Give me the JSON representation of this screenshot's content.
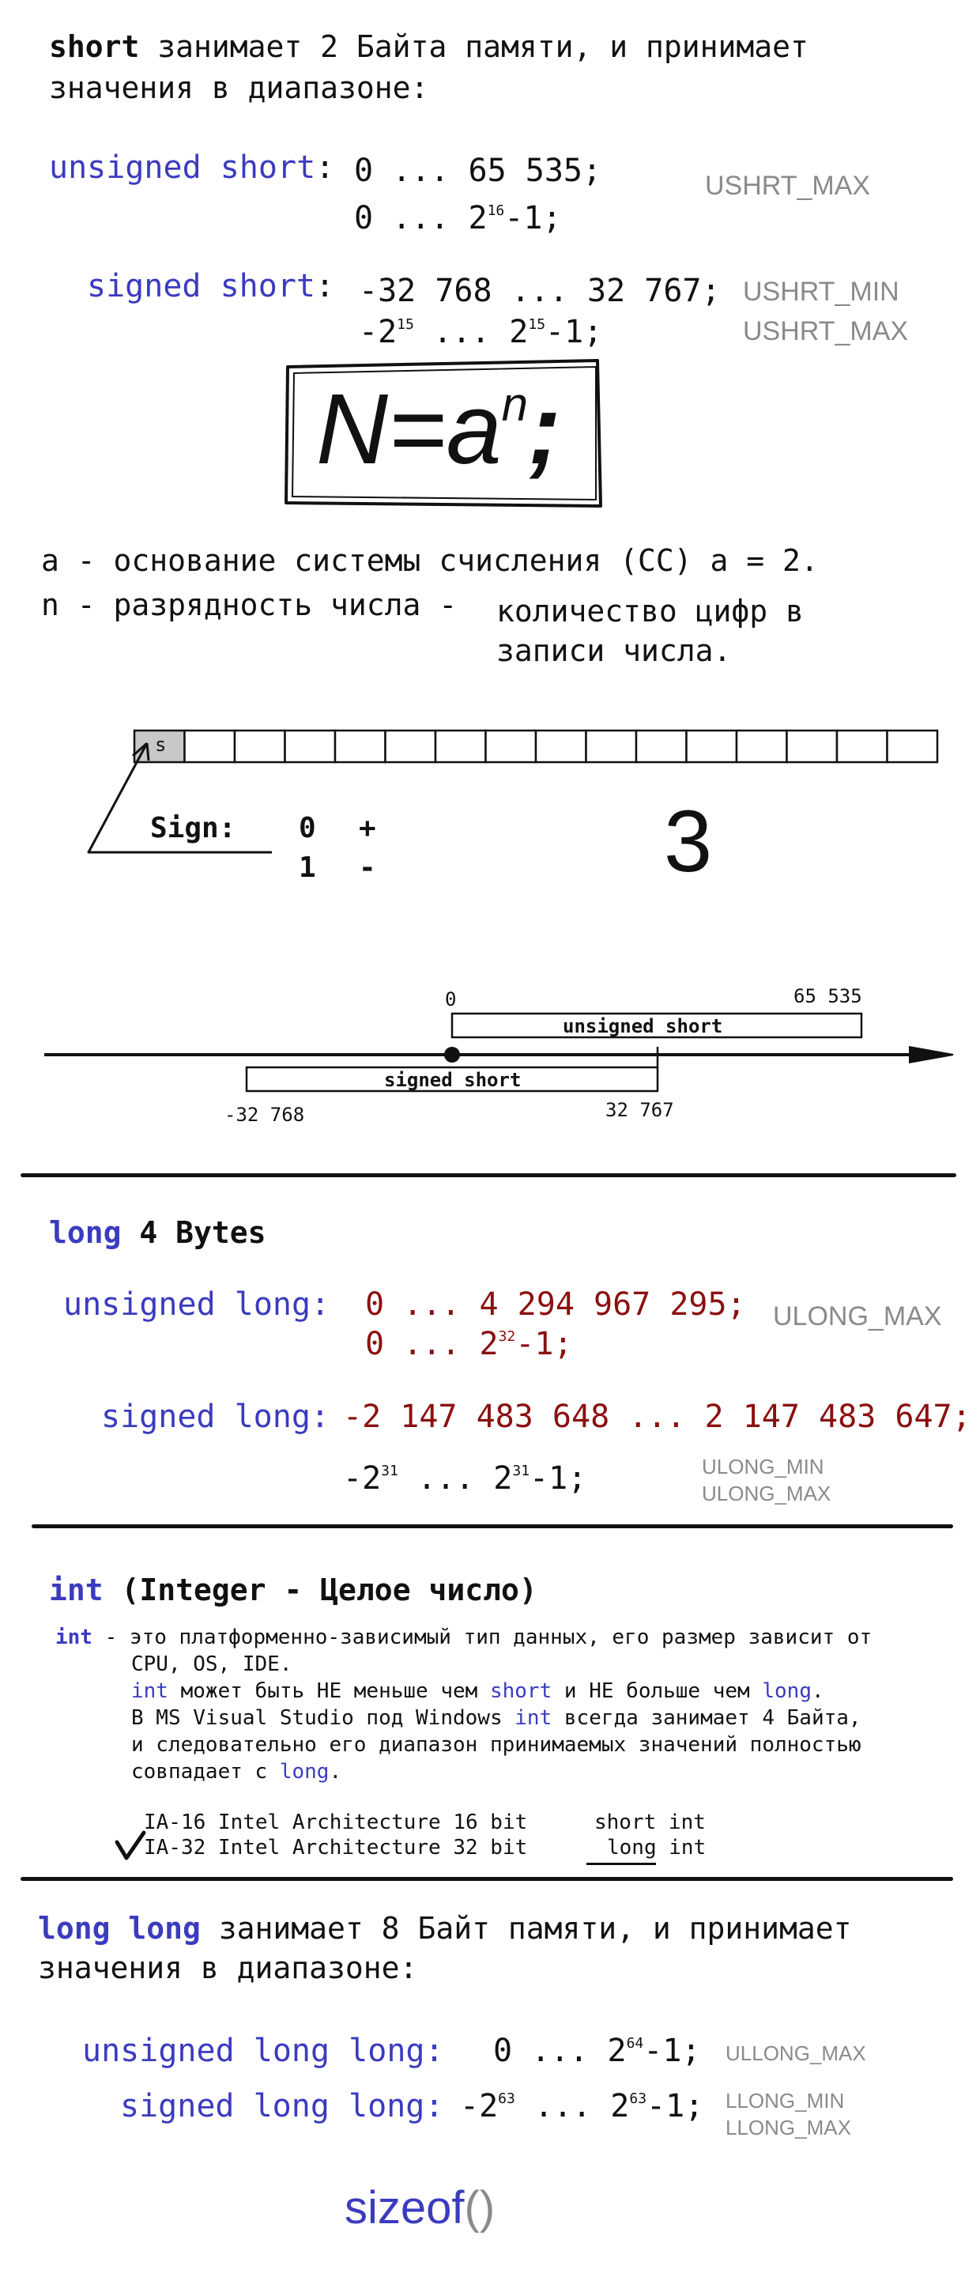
{
  "short_section": {
    "intro_bold": "short",
    "intro_rest": " занимает 2 Байта памяти, и принимает",
    "intro_line2": "значения в диапазоне:",
    "unsigned_label": "unsigned short",
    "colon": ":",
    "unsigned_range": "0 ... 65 535;",
    "unsigned_pow_a": "0 ... 2",
    "unsigned_pow_exp": "16",
    "unsigned_pow_b": "-1;",
    "unsigned_const": "USHRT_MAX",
    "signed_label": "signed short",
    "signed_range": "-32 768 ... 32 767;",
    "signed_pow_a": "-2",
    "signed_pow_exp1": "15",
    "signed_pow_mid": " ... 2",
    "signed_pow_exp2": "15",
    "signed_pow_b": "-1;",
    "signed_const_min": "USHRT_MIN",
    "signed_const_max": "USHRT_MAX"
  },
  "formula": {
    "text_left": "N=a",
    "exponent": "n",
    "tail": ";"
  },
  "definitions": {
    "a_line": "a - основание системы счисления (СС) a = 2.",
    "n_line_a": "n - разрядность числа -",
    "n_line_b": "количество цифр в",
    "n_line_c": "записи числа."
  },
  "bit_diagram": {
    "sign_cell": "s",
    "cell_count": 16,
    "sign_label": "Sign:",
    "zero": "0",
    "plus": "+",
    "one": "1",
    "minus": "-",
    "handwritten_digit": "3"
  },
  "number_line": {
    "label_zero": "0",
    "label_max": "65 535",
    "unsigned_box": "unsigned short",
    "signed_box": "signed short",
    "label_min": "-32 768",
    "label_smax": "32 767"
  },
  "long_section": {
    "title_kw": "long",
    "title_rest": " 4 Bytes",
    "unsigned_label": "unsigned long",
    "colon": ":",
    "unsigned_range": "0 ... 4 294 967 295;",
    "unsigned_pow_a": "0 ... 2",
    "unsigned_pow_exp": "32",
    "unsigned_pow_b": "-1;",
    "unsigned_const": "ULONG_MAX",
    "signed_label": "signed long",
    "signed_range": "-2 147 483 648 ... 2 147 483 647;",
    "signed_pow_a": "-2",
    "signed_pow_exp1": "31",
    "signed_pow_mid": " ... 2",
    "signed_pow_exp2": "31",
    "signed_pow_b": "-1;",
    "signed_const_min": "ULONG_MIN",
    "signed_const_max": "ULONG_MAX"
  },
  "int_section": {
    "title_kw": "int",
    "title_rest": " (Integer - Целое число)",
    "p1_kw": "int",
    "p1_rest": " - это платформенно-зависимый тип данных, его размер зависит от",
    "p2": "CPU, OS, IDE.",
    "p3_kw1": "int",
    "p3_mid1": " может быть НЕ меньше чем ",
    "p3_kw2": "short",
    "p3_mid2": " и НЕ больше чем ",
    "p3_kw3": "long",
    "p3_end": ".",
    "p4_a": "В MS Visual Studio под Windows ",
    "p4_kw": "int",
    "p4_b": " всегда занимает 4 Байта,",
    "p5": "и следовательно его диапазон принимаемых значений полностью",
    "p6_a": "совпадает с ",
    "p6_kw": "long",
    "p6_end": ".",
    "arch1": "IA-16 Intel Architecture 16 bit",
    "arch1_type": "short int",
    "arch2": "IA-32 Intel Architecture 32 bit",
    "arch2_type_a": "long",
    "arch2_type_b": " int"
  },
  "longlong_section": {
    "intro_bold": "long long",
    "intro_rest": " занимает 8 Байт памяти, и принимает",
    "intro_line2": "значения в диапазоне:",
    "unsigned_label": "unsigned long long",
    "colon": ":",
    "unsigned_pow_a": "0 ... 2",
    "unsigned_pow_exp": "64",
    "unsigned_pow_b": "-1;",
    "unsigned_const": "ULLONG_MAX",
    "signed_label": "signed long long",
    "signed_pow_a": "-2",
    "signed_pow_exp1": "63",
    "signed_pow_mid": " ... 2",
    "signed_pow_exp2": "63",
    "signed_pow_b": "-1;",
    "signed_const_min": "LLONG_MIN",
    "signed_const_max": "LLONG_MAX"
  },
  "sizeof": {
    "name": "sizeof",
    "parens": "()"
  },
  "colors": {
    "keyword": "#3b3bbf",
    "value_red": "#8b1010",
    "constant_gray": "#8a8a8a",
    "sign_cell_fill": "#c8c8c8"
  }
}
